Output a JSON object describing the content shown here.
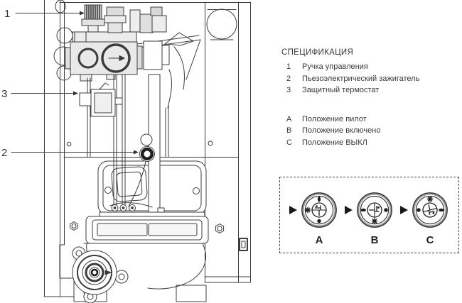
{
  "colors": {
    "background": "#ffffff",
    "line": "#3c3c3c",
    "dark": "#1e1e1e",
    "fill_light": "#e9e9e9",
    "text": "#3a3a3a"
  },
  "spec": {
    "title": "СПЕЦИФИКАЦИЯ",
    "parts": [
      {
        "num": "1",
        "label": "Ручка управления"
      },
      {
        "num": "2",
        "label": "Пьезоэлектрический зажигатель"
      },
      {
        "num": "3",
        "label": "Защитный термостат"
      }
    ],
    "positions": [
      {
        "num": "A",
        "label": "Положение пилот"
      },
      {
        "num": "B",
        "label": "Положение включено"
      },
      {
        "num": "C",
        "label": "Положение ВЫКЛ"
      }
    ]
  },
  "diagram": {
    "callouts": [
      "1",
      "3",
      "2"
    ]
  },
  "knob_panel": {
    "knobs": [
      {
        "label": "A",
        "pointed_symbol": "star",
        "symbols": {
          "top": "flame",
          "left": "star",
          "bottom": "dot"
        }
      },
      {
        "label": "B",
        "pointed_symbol": "flame",
        "symbols": {
          "left": "flame",
          "right": "dot",
          "bottom": "star"
        }
      },
      {
        "label": "C",
        "pointed_symbol": "dot",
        "symbols": {
          "top": "star",
          "left": "dot",
          "right": "flame"
        }
      }
    ]
  }
}
